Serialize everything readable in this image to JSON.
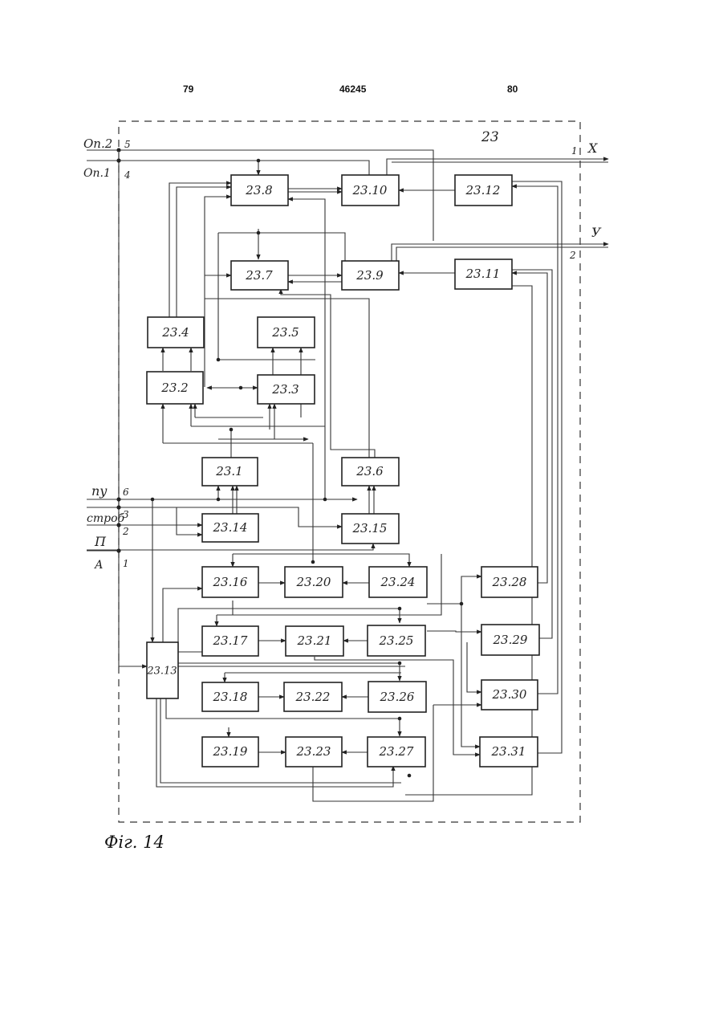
{
  "header": {
    "left_page": "79",
    "patent_number": "46245",
    "right_page": "80"
  },
  "unit_label": "23",
  "figure_caption": "Фіг. 14",
  "inputs": [
    {
      "name": "Оп.2",
      "pin": "5"
    },
    {
      "name": "Оп.1",
      "pin": "4"
    },
    {
      "name": "пу",
      "pin": "6"
    },
    {
      "name": "строб",
      "pin": "3"
    },
    {
      "name": "П",
      "pin": "2"
    },
    {
      "name": "А",
      "pin": "1"
    }
  ],
  "outputs": [
    {
      "name": "X",
      "pin": "1"
    },
    {
      "name": "У",
      "pin": "2"
    }
  ],
  "blocks": {
    "b23_1": "23.1",
    "b23_2": "23.2",
    "b23_3": "23.3",
    "b23_4": "23.4",
    "b23_5": "23.5",
    "b23_6": "23.6",
    "b23_7": "23.7",
    "b23_8": "23.8",
    "b23_9": "23.9",
    "b23_10": "23.10",
    "b23_11": "23.11",
    "b23_12": "23.12",
    "b23_13": "23.13",
    "b23_14": "23.14",
    "b23_15": "23.15",
    "b23_16": "23.16",
    "b23_17": "23.17",
    "b23_18": "23.18",
    "b23_19": "23.19",
    "b23_20": "23.20",
    "b23_21": "23.21",
    "b23_22": "23.22",
    "b23_23": "23.23",
    "b23_24": "23.24",
    "b23_25": "23.25",
    "b23_26": "23.26",
    "b23_27": "23.27",
    "b23_28": "23.28",
    "b23_29": "23.29",
    "b23_30": "23.30",
    "b23_31": "23.31"
  }
}
